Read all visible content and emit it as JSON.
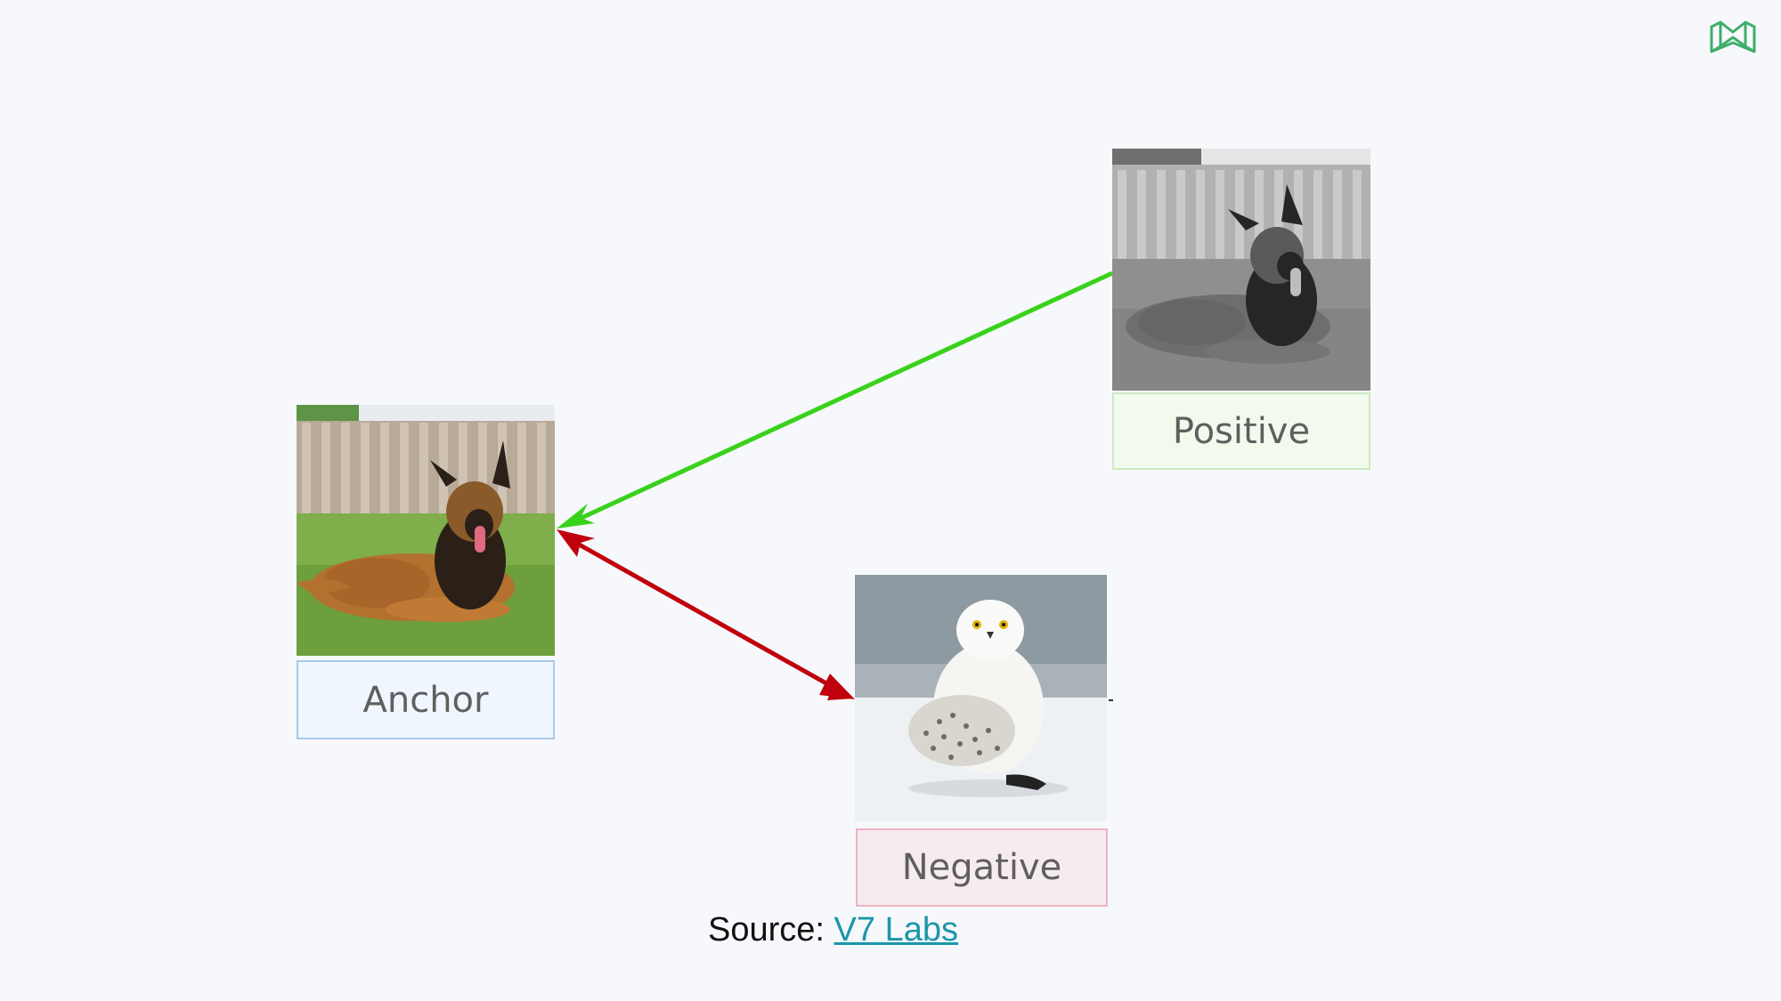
{
  "labels": {
    "anchor": "Anchor",
    "positive": "Positive",
    "negative": "Negative"
  },
  "source": {
    "prefix": "Source: ",
    "link_text": "V7 Labs"
  },
  "images": {
    "anchor": "german-shepherd-dog-color",
    "positive": "german-shepherd-dog-grayscale",
    "negative": "snowy-owl"
  },
  "arrows": {
    "positive_to_anchor": "#39d21a",
    "anchor_negative": "#c0000c"
  },
  "colors": {
    "background": "#f6f8fc",
    "anchor_box": "#f0f6fd",
    "positive_box": "#f1faec",
    "negative_box": "#f6ebef",
    "link": "#1a97a9",
    "logo": "#3fae6a"
  },
  "icons": {
    "logo": "brand-logo-icon"
  }
}
